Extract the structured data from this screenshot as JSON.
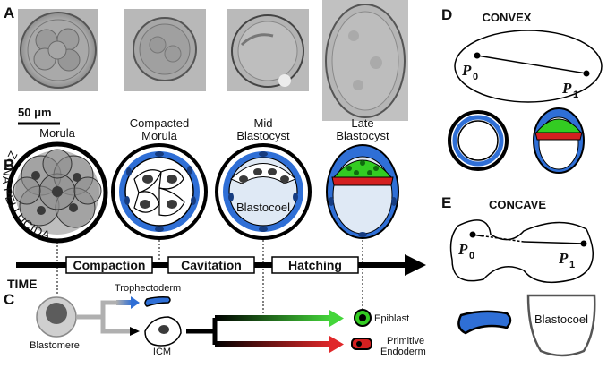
{
  "panels": {
    "a": "A",
    "b": "B",
    "c": "C",
    "d": "D",
    "e": "E"
  },
  "panel_a": {
    "scale_bar": "50 μm"
  },
  "panel_b": {
    "stages": [
      {
        "line1": "Morula",
        "line2": ""
      },
      {
        "line1": "Compacted",
        "line2": "Morula"
      },
      {
        "line1": "Mid",
        "line2": "Blastocyst"
      },
      {
        "line1": "Late",
        "line2": "Blastocyst"
      }
    ],
    "zona_label": "ZONA PELLUCIDA",
    "cavity_label": "Blastocoel"
  },
  "timeline": {
    "axis_label": "TIME",
    "phases": [
      "Compaction",
      "Cavitation",
      "Hatching"
    ]
  },
  "panel_c": {
    "blastomere": "Blastomere",
    "trophectoderm": "Trophectoderm",
    "icm": "ICM",
    "epiblast": "Epiblast",
    "endoderm_line1": "Primitive",
    "endoderm_line2": "Endoderm"
  },
  "panel_d": {
    "title": "CONVEX",
    "p0": "P",
    "p0_sub": "0",
    "p1": "P",
    "p1_sub": "1"
  },
  "panel_e": {
    "title": "CONCAVE",
    "p0": "P",
    "p0_sub": "0",
    "p1": "P",
    "p1_sub": "1",
    "cavity_label": "Blastocoel"
  },
  "colors": {
    "trophectoderm_blue": "#2f6fd6",
    "epiblast_green": "#33cc22",
    "endoderm_red": "#d42020",
    "cavity_blue": "#dfe9f5",
    "nucleus_dark": "#3a3a3a"
  }
}
